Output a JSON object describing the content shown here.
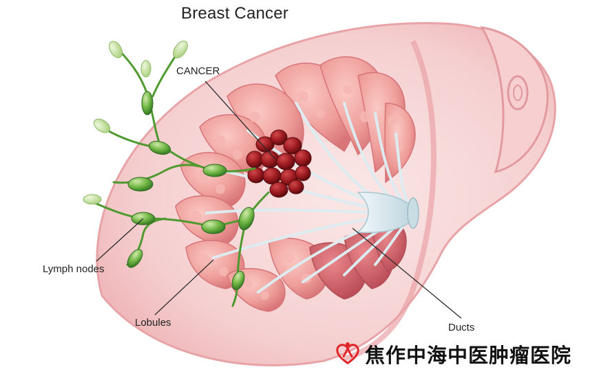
{
  "diagram": {
    "title": "Breast Cancer",
    "labels": {
      "cancer": "CANCER",
      "lymph_nodes": "Lymph nodes",
      "lobules": "Lobules",
      "ducts": "Ducts"
    }
  },
  "watermark": {
    "text": "焦作中海中医肿瘤医院",
    "logo_icon": "red-ribbon-heart-logo"
  },
  "colors": {
    "tissue_light": "#f8d7d7",
    "tissue_mid": "#eaa0a0",
    "lobule": "#ee9e9a",
    "lobule_dark": "#d0666a",
    "duct": "#d6e8ee",
    "tumor": "#9a1a1e",
    "lymph": "#5fa83a",
    "lymph_light": "#b5d88d",
    "logo_red": "#e0262a"
  }
}
